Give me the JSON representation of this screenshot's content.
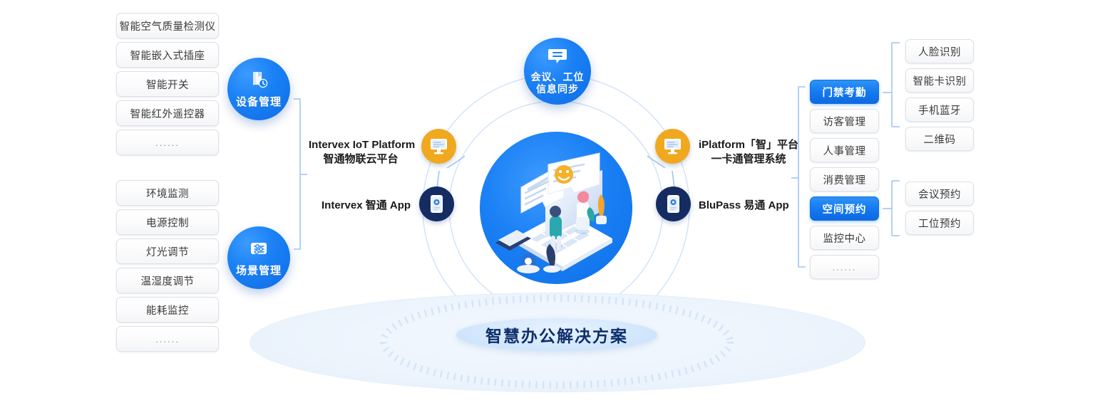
{
  "title": "智慧办公解决方案",
  "colors": {
    "primary_blue": "#1278f0",
    "badge_blue": "#1a81f5",
    "orange": "#f0a91e",
    "navy": "#152c63",
    "box_border": "#dcdfe4",
    "line_blue": "#8ebdf2"
  },
  "left": {
    "group_device": {
      "badge_label": "设备管理",
      "badge_icon": "book-clock-icon",
      "items": [
        {
          "label": "智能空气质量检测仪"
        },
        {
          "label": "智能嵌入式插座"
        },
        {
          "label": "智能开关"
        },
        {
          "label": "智能红外遥控器"
        },
        {
          "label": "......"
        }
      ]
    },
    "group_scene": {
      "badge_label": "场景管理",
      "badge_icon": "settings-list-icon",
      "items": [
        {
          "label": "环境监测"
        },
        {
          "label": "电源控制"
        },
        {
          "label": "灯光调节"
        },
        {
          "label": "温湿度调节"
        },
        {
          "label": "能耗监控"
        },
        {
          "label": "......"
        }
      ]
    },
    "platform": {
      "line1": "Intervex IoT Platform",
      "line2": "智通物联云平台",
      "icon": "monitor-icon"
    },
    "app": {
      "line1": "Intervex 智通 App",
      "icon": "phone-icon"
    }
  },
  "top": {
    "badge_line1": "会议、工位",
    "badge_line2": "信息同步",
    "badge_icon": "chat-bubble-icon"
  },
  "right": {
    "platform": {
      "line1": "iPlatform「智」平台",
      "line2": "一卡通管理系统",
      "icon": "monitor-icon"
    },
    "app": {
      "line1": "BluPass 易通 App",
      "icon": "phone-icon"
    },
    "modules": [
      {
        "label": "门禁考勤",
        "active": true
      },
      {
        "label": "访客管理",
        "active": false
      },
      {
        "label": "人事管理",
        "active": false
      },
      {
        "label": "消费管理",
        "active": false
      },
      {
        "label": "空间预约",
        "active": true
      },
      {
        "label": "监控中心",
        "active": false
      },
      {
        "label": "......",
        "active": false
      }
    ],
    "access_methods": [
      {
        "label": "人脸识别"
      },
      {
        "label": "智能卡识别"
      },
      {
        "label": "手机蓝牙"
      },
      {
        "label": "二维码"
      }
    ],
    "booking_types": [
      {
        "label": "会议预约"
      },
      {
        "label": "工位预约"
      }
    ]
  },
  "center": {
    "illustration": "office-collaboration-illustration"
  }
}
